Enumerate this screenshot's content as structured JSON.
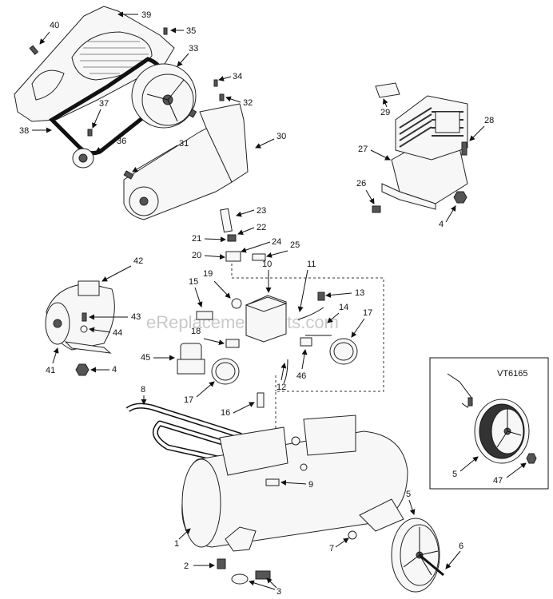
{
  "watermark": "eReplacementParts.com",
  "inset": {
    "label": "VT6165"
  },
  "callouts": [
    "40",
    "39",
    "35",
    "33",
    "34",
    "32",
    "37",
    "38",
    "36",
    "31",
    "30",
    "28",
    "29",
    "27",
    "26",
    "4",
    "23",
    "22",
    "21",
    "24",
    "25",
    "20",
    "42",
    "19",
    "10",
    "11",
    "13",
    "15",
    "14",
    "17",
    "18",
    "16",
    "43",
    "44",
    "41",
    "45",
    "12",
    "46",
    "8",
    "9",
    "1",
    "2",
    "3",
    "7",
    "5",
    "6",
    "47"
  ]
}
